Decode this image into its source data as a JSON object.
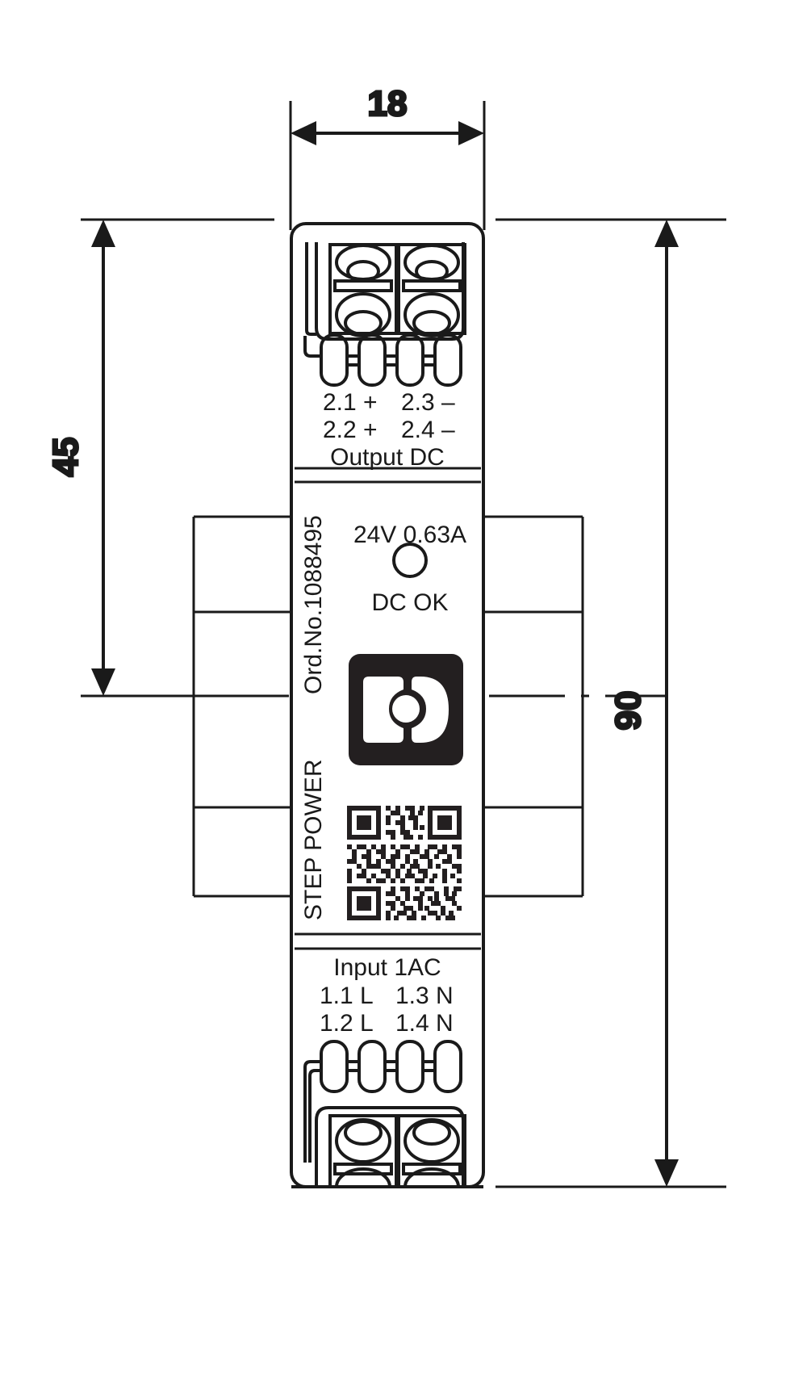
{
  "drawing": {
    "type": "dimensional-drawing",
    "subject": "DIN rail power supply front view with dimensions",
    "units": "mm"
  },
  "dimensions": {
    "width": "18",
    "height_upper": "45",
    "height_total": "90"
  },
  "device": {
    "brand_text_vertical": "STEP POWER",
    "order_no_vertical": "Ord.No.1088495",
    "rating": "24V 0.63A",
    "status_led_label": "DC OK",
    "logo_name": "phoenix-contact-logo",
    "qr_label": "qr-code"
  },
  "output_block": {
    "line1": "2.1 +",
    "line1b": "2.3 –",
    "line2": "2.2 +",
    "line2b": "2.4 –",
    "caption": "Output DC"
  },
  "input_block": {
    "caption": "Input 1AC",
    "line1": "1.1 L",
    "line1b": "1.3 N",
    "line2": "1.2 L",
    "line2b": "1.4 N"
  },
  "colors": {
    "line": "#1a1a1a",
    "background": "#ffffff",
    "logo": "#231f20"
  }
}
